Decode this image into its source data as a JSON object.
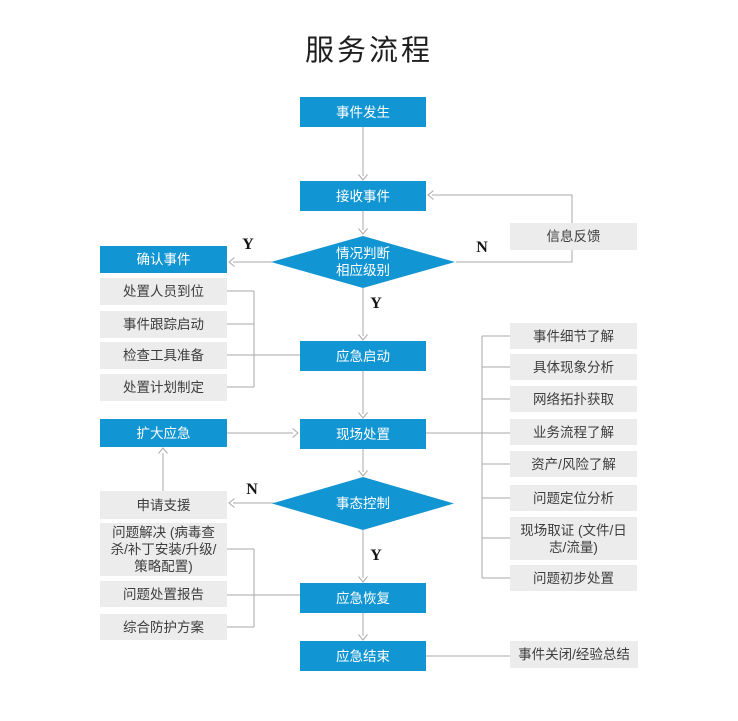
{
  "title": "服务流程",
  "colors": {
    "node_blue": "#1295d3",
    "task_bg": "#ececec",
    "line": "#a9a9a9"
  },
  "branch_labels": {
    "yes": "Y",
    "no": "N"
  },
  "main_flow": {
    "event_occur": "事件发生",
    "receive_event": "接收事件",
    "level_decision_lines": [
      "情况判断",
      "相应级别"
    ],
    "emergency_start": "应急启动",
    "onsite_handle": "现场处置",
    "control_decision": "事态控制",
    "emergency_recover": "应急恢复",
    "emergency_end": "应急结束"
  },
  "confirm_branch": {
    "title": "确认事件",
    "tasks": [
      "处置人员到位",
      "事件跟踪启动",
      "检查工具准备",
      "处置计划制定"
    ]
  },
  "expand_branch": {
    "expand": "扩大应急",
    "support": "申请支援",
    "tasks": [
      "问题解决 (病毒查杀/补丁安装/升级/策略配置)",
      "问题处置报告",
      "综合防护方案"
    ]
  },
  "feedback": "信息反馈",
  "onsite_tasks": [
    "事件细节了解",
    "具体现象分析",
    "网络拓扑获取",
    "业务流程了解",
    "资产/风险了解",
    "问题定位分析",
    "现场取证 (文件/日志/流量)",
    "问题初步处置"
  ],
  "closure": "事件关闭/经验总结"
}
